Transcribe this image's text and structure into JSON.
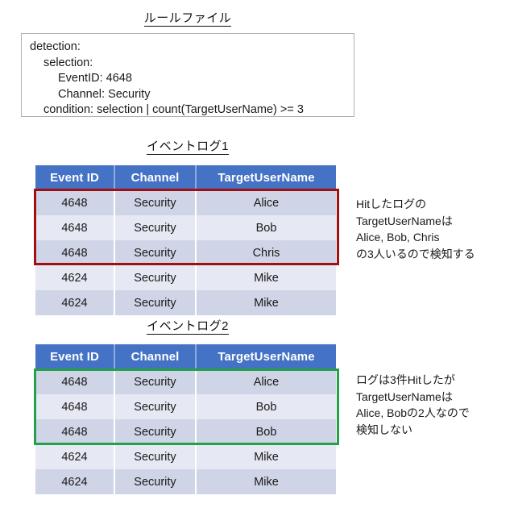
{
  "rule_section": {
    "title": "ルールファイル",
    "lines": [
      {
        "indent": 0,
        "text": "detection:"
      },
      {
        "indent": 1,
        "text": "selection:"
      },
      {
        "indent": 2,
        "text": "EventID: 4648"
      },
      {
        "indent": 2,
        "text": "Channel: Security"
      },
      {
        "indent": 1,
        "text": "condition: selection | count(TargetUserName) >= 3"
      }
    ]
  },
  "log1": {
    "title": "イベントログ1",
    "columns": [
      "Event ID",
      "Channel",
      "TargetUserName"
    ],
    "rows": [
      [
        "4648",
        "Security",
        "Alice"
      ],
      [
        "4648",
        "Security",
        "Bob"
      ],
      [
        "4648",
        "Security",
        "Chris"
      ],
      [
        "4624",
        "Security",
        "Mike"
      ],
      [
        "4624",
        "Security",
        "Mike"
      ]
    ],
    "highlight": {
      "color": "#a01010",
      "rows": [
        0,
        1,
        2
      ]
    },
    "annotation": "Hitしたログの\nTargetUserNameは\nAlice, Bob, Chris\nの3人いるので検知する"
  },
  "log2": {
    "title": "イベントログ2",
    "columns": [
      "Event ID",
      "Channel",
      "TargetUserName"
    ],
    "rows": [
      [
        "4648",
        "Security",
        "Alice"
      ],
      [
        "4648",
        "Security",
        "Bob"
      ],
      [
        "4648",
        "Security",
        "Bob"
      ],
      [
        "4624",
        "Security",
        "Mike"
      ],
      [
        "4624",
        "Security",
        "Mike"
      ]
    ],
    "highlight": {
      "color": "#22a04a",
      "rows": [
        0,
        1,
        2
      ]
    },
    "annotation": "ログは3件Hitしたが\nTargetUserNameは\nAlice, Bobの2人なので\n検知しない"
  },
  "colors": {
    "header_blue": "#4472c4",
    "header_divider": "#8faadc",
    "row_odd": "#cfd5e7",
    "row_even": "#e6e9f3",
    "box_border": "#b0b0b0",
    "highlight_red": "#a01010",
    "highlight_green": "#22a04a"
  }
}
